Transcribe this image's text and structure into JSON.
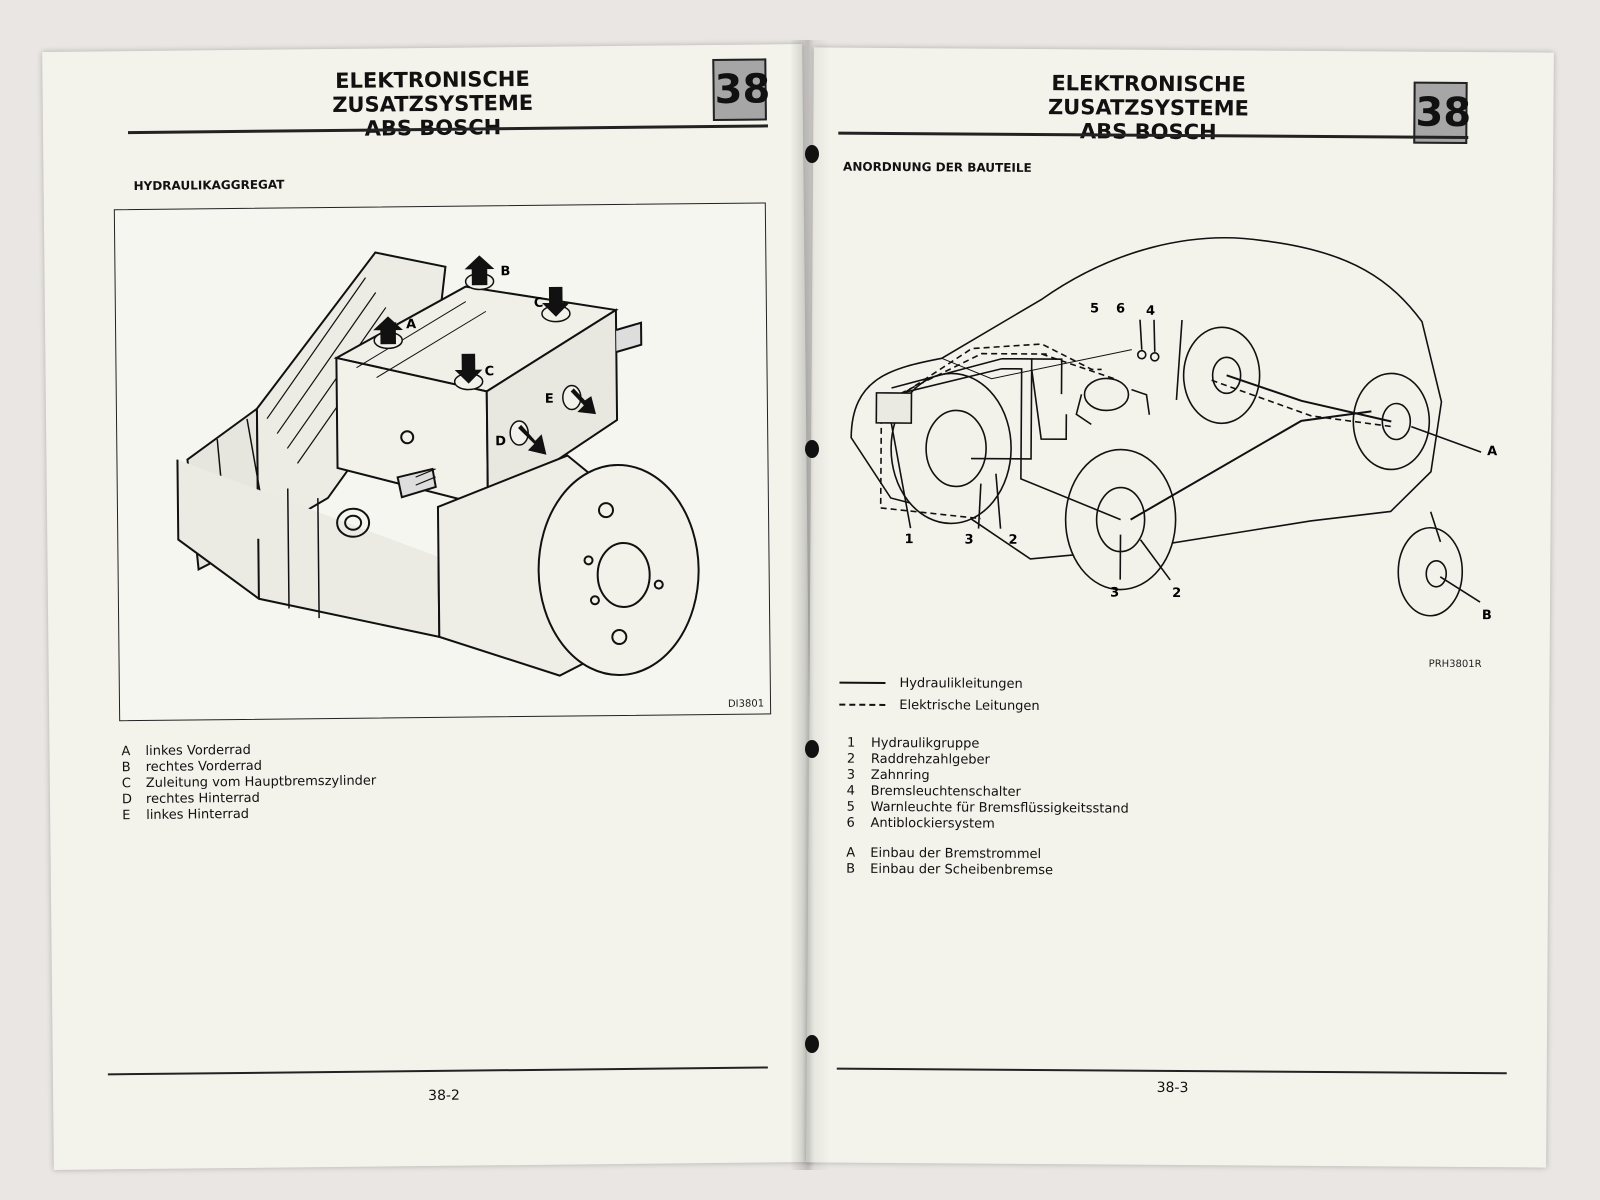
{
  "left_page": {
    "header": {
      "line1": "ELEKTRONISCHE ZUSATZSYSTEME",
      "line2": "ABS BOSCH",
      "chapter": "38"
    },
    "section_title": "HYDRAULIKAGGREGAT",
    "figure": {
      "code": "DI3801",
      "callouts": [
        "A",
        "B",
        "C",
        "C",
        "D",
        "E"
      ]
    },
    "legend": [
      {
        "key": "A",
        "text": "linkes Vorderrad"
      },
      {
        "key": "B",
        "text": "rechtes Vorderrad"
      },
      {
        "key": "C",
        "text": "Zuleitung vom Hauptbremszylinder"
      },
      {
        "key": "D",
        "text": "rechtes Hinterrad"
      },
      {
        "key": "E",
        "text": "linkes Hinterrad"
      }
    ],
    "page_number": "38-2"
  },
  "right_page": {
    "header": {
      "line1": "ELEKTRONISCHE ZUSATZSYSTEME",
      "line2": "ABS BOSCH",
      "chapter": "38"
    },
    "section_title": "ANORDNUNG DER BAUTEILE",
    "figure": {
      "code": "PRH3801R",
      "callouts": [
        "5",
        "6",
        "4",
        "1",
        "3",
        "2",
        "3",
        "2",
        "A",
        "B"
      ]
    },
    "line_legend": [
      {
        "style": "solid",
        "text": "Hydraulikleitungen"
      },
      {
        "style": "dashed",
        "text": "Elektrische Leitungen"
      }
    ],
    "legend_numbers": [
      {
        "key": "1",
        "text": "Hydraulikgruppe"
      },
      {
        "key": "2",
        "text": "Raddrehzahlgeber"
      },
      {
        "key": "3",
        "text": "Zahnring"
      },
      {
        "key": "4",
        "text": "Bremsleuchtenschalter"
      },
      {
        "key": "5",
        "text": "Warnleuchte für Bremsflüssigkeitsstand"
      },
      {
        "key": "6",
        "text": "Antiblockiersystem"
      }
    ],
    "legend_letters": [
      {
        "key": "A",
        "text": "Einbau der Bremstrommel"
      },
      {
        "key": "B",
        "text": "Einbau der Scheibenbremse"
      }
    ],
    "page_number": "38-3"
  },
  "colors": {
    "paper": "#f3f3ec",
    "ink": "#111111",
    "chapter_box": "#a6a6a6"
  }
}
